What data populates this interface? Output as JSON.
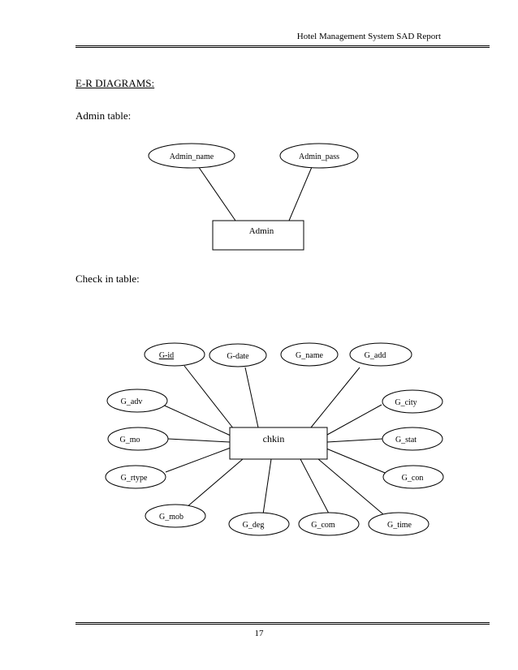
{
  "header": {
    "title": "Hotel Management System SAD Report"
  },
  "section_title": "E-R DIAGRAMS:",
  "admin": {
    "label": "Admin table:",
    "entity": "Admin",
    "attributes": [
      "Admin_name",
      "Admin_pass"
    ]
  },
  "checkin": {
    "label": "Check in table:",
    "entity": "chkin",
    "attributes": [
      "G-id",
      "G-date",
      "G_name",
      "G_add",
      "G_adv",
      "G_city",
      "G_mo",
      "G_stat",
      "G_rtype",
      "G_con",
      "G_mob",
      "G_deg",
      "G_com",
      "G_time"
    ],
    "key_attribute": "G-id"
  },
  "footer": {
    "page_number": "17"
  }
}
